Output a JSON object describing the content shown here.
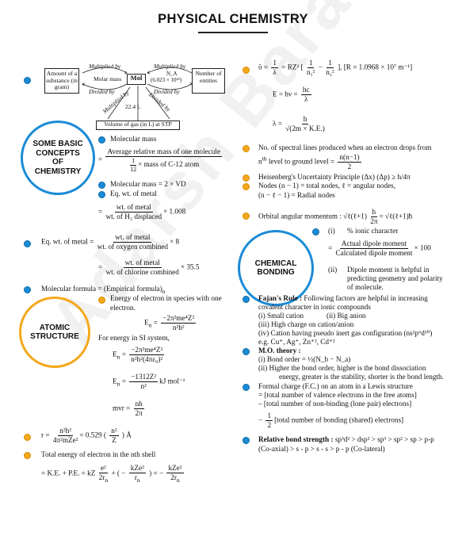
{
  "title": "PHYSICAL CHEMISTRY",
  "watermark": "Adarsh Baranwal",
  "colors": {
    "accent_blue": "#1a8bd6",
    "accent_yellow": "#f4a81c"
  },
  "mole_diagram": {
    "amount": "Amount of a substance (in gram)",
    "number": "Number of entities",
    "volume": "Volume of gas (in L) at STP",
    "mol": "Mol",
    "mult_by_top_left": "Multiplied by",
    "molar_mass": "Molar mass",
    "div_by_left": "Divided by",
    "mult_by_top_right": "Multiplied by",
    "na": "N_A",
    "avogadro": "(6.023 × 10²³)",
    "div_by_right": "Divided by",
    "mult_by_bottom": "Multiplied by",
    "div_by_bottom": "Divided by",
    "liters": "22.4 L"
  },
  "sections": {
    "basic": "SOME BASIC CONCEPTS OF CHEMISTRY",
    "atomic": "ATOMIC STRUCTURE",
    "bonding": "CHEMICAL BONDING"
  },
  "left": {
    "molecular_mass_label": "Molecular mass",
    "mm_eq_num": "Average relative mass of one molecule",
    "mm_eq_den": "× mass of C-12 atom",
    "mm_2vd": "Molecular mass = 2 × VD",
    "eq_wt_label": "Eq. wt. of metal",
    "eqwt_h2_num": "wt. of metal",
    "eqwt_h2_den": "wt. of H₂ displaced",
    "eqwt_h2_factor": "× 1.008",
    "eqwt_o2_lead": "Eq. wt. of metal =",
    "eqwt_o2_num": "wt. of metal",
    "eqwt_o2_den": "wt. of oxygen combined",
    "eqwt_o2_factor": "× 8",
    "eqwt_cl_num": "wt. of metal",
    "eqwt_cl_den": "wt. of chlorine combined",
    "eqwt_cl_factor": "× 35.5",
    "molecular_formula": "Molecular formula = (Empirical formula)",
    "energy_elec": "Energy of electron in species with one electron.",
    "en_eq_num": "−2π²me⁴Z²",
    "en_eq_den": "n²h²",
    "si_label": "For energy in SI system,",
    "si_eq_num": "−2π²me⁴Z²",
    "si_eq_den": "n²h²(4πε₀)²",
    "kj_num": "−1312Z²",
    "kj_den": "n²",
    "kj_unit": "kJ mol⁻¹",
    "mvr_num": "nh",
    "mvr_den": "2π",
    "radius_num": "n²h²",
    "radius_den": "4π²mZe²",
    "radius_mid": "= 0.529",
    "radius_unit": "Å",
    "total_energy": "Total energy of electron in the nth shell",
    "total_eq": "= K.E. + P.E. = kZ"
  },
  "right": {
    "wavenumber_tail": ", [R = 1.0968 × 10⁷ m⁻¹]",
    "energy_eq": "E = hν =",
    "energy_num": "hc",
    "energy_den": "λ",
    "debroglie_num": "h",
    "debroglie_den": "√(2m × K.E.)",
    "spectral": "No. of spectral lines produced when an electron drops from",
    "spectral2": "level to ground level =",
    "spectral_num": "n(n−1)",
    "spectral_den": "2",
    "heisenberg": "Heisenberg's Uncertainty Principle (Δx) (Δp) ≥ h/4π",
    "nodes1": "Nodes (n − 1) = total nodes, ℓ = angular nodes,",
    "nodes2": "(n − ℓ − 1) = Radial nodes",
    "orbital_label": "Orbital angular momentum :",
    "orbital_eq": "√ℓ(ℓ+1)",
    "orbital_tail": "= √ℓ(ℓ+1)ħ",
    "ionic_i": "(i)",
    "ionic_label": "% ionic character",
    "ionic_num": "Actual dipole moment",
    "ionic_den": "Calculated dipole moment",
    "ionic_factor": "× 100",
    "dipole_ii": "(ii)",
    "dipole_text1": "Dipole moment is helpful in",
    "dipole_text2": "predicting geometry and polarity",
    "dipole_text3": "of molecule.",
    "fajan_bold": "Fajan's Rule :",
    "fajan_text": " Following factors are helpful in increasing",
    "fajan2": "covalent character in ionic compounds",
    "fajan_i": "(i) Small cation",
    "fajan_ii": "(ii) Big anion",
    "fajan_iii": "(iii) High charge on cation/anion",
    "fajan_iv": "(iv) Cation having pseudo inert gas configuration (ns²p⁶d¹⁰)",
    "fajan_eg": "e.g. Cu⁺, Ag⁺, Zn⁺², Cd⁺²",
    "mo_bold": "M.O. theory :",
    "mo_i": "(i)     Bond order = ½(N_b − N_a)",
    "mo_ii1": "(ii)    Higher the bond order, higher is the bond dissociation",
    "mo_ii2": "energy, greater is the stability, shorter is the bond length.",
    "fc1": "Formal charge (F.C.) on an atom in a Lewis structure",
    "fc2": "= [total number of valence electrons in the free atoms]",
    "fc3": "– [total number of non-binding (lone pair) electrons]",
    "fc4": "[total number of bonding (shared) electrons]",
    "rbs_bold": "Relative bond strength :",
    "rbs_text": " sp³d² > dsp² > sp³ > sp² > sp > p-p",
    "rbs2": "(Co-axial) > s - p > s - s > p - p (Co-lateral)"
  }
}
